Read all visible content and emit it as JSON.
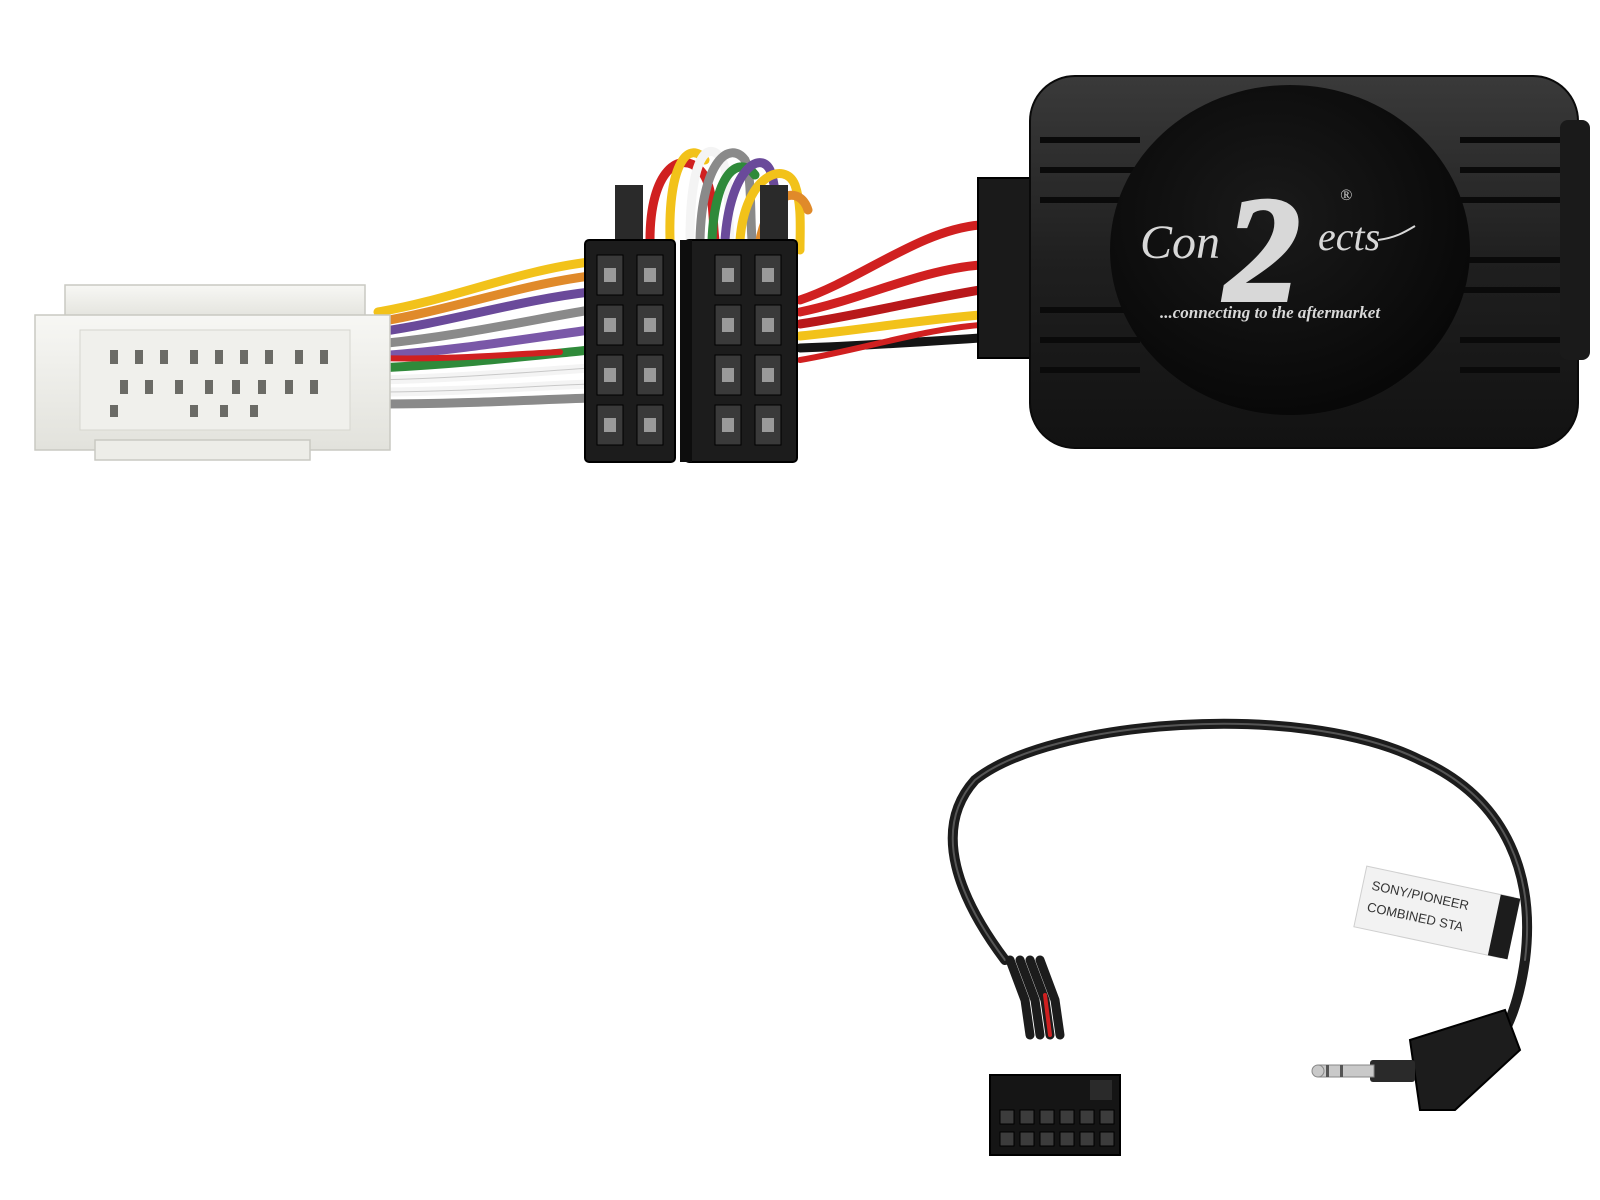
{
  "product": {
    "logo": {
      "brand_left": "Con",
      "brand_numeral": "2",
      "brand_right": "ects",
      "registered_mark": "®",
      "tagline": "...connecting to the aftermarket"
    },
    "cable_tag": {
      "line1": "SONY/PIONEER",
      "line2": "COMBINED STA"
    },
    "colors": {
      "module_body": "#1e1e1e",
      "connector_white": "#eeeeea",
      "iso_connector": "#1a1a1a",
      "wire_red": "#d02020",
      "wire_yellow": "#f2c21a",
      "wire_purple": "#6a4a9a",
      "wire_grey": "#8a8a8a",
      "wire_green": "#2f8a3a",
      "wire_orange": "#e08a2a",
      "wire_white": "#f4f4f4",
      "wire_black": "#151515"
    }
  }
}
